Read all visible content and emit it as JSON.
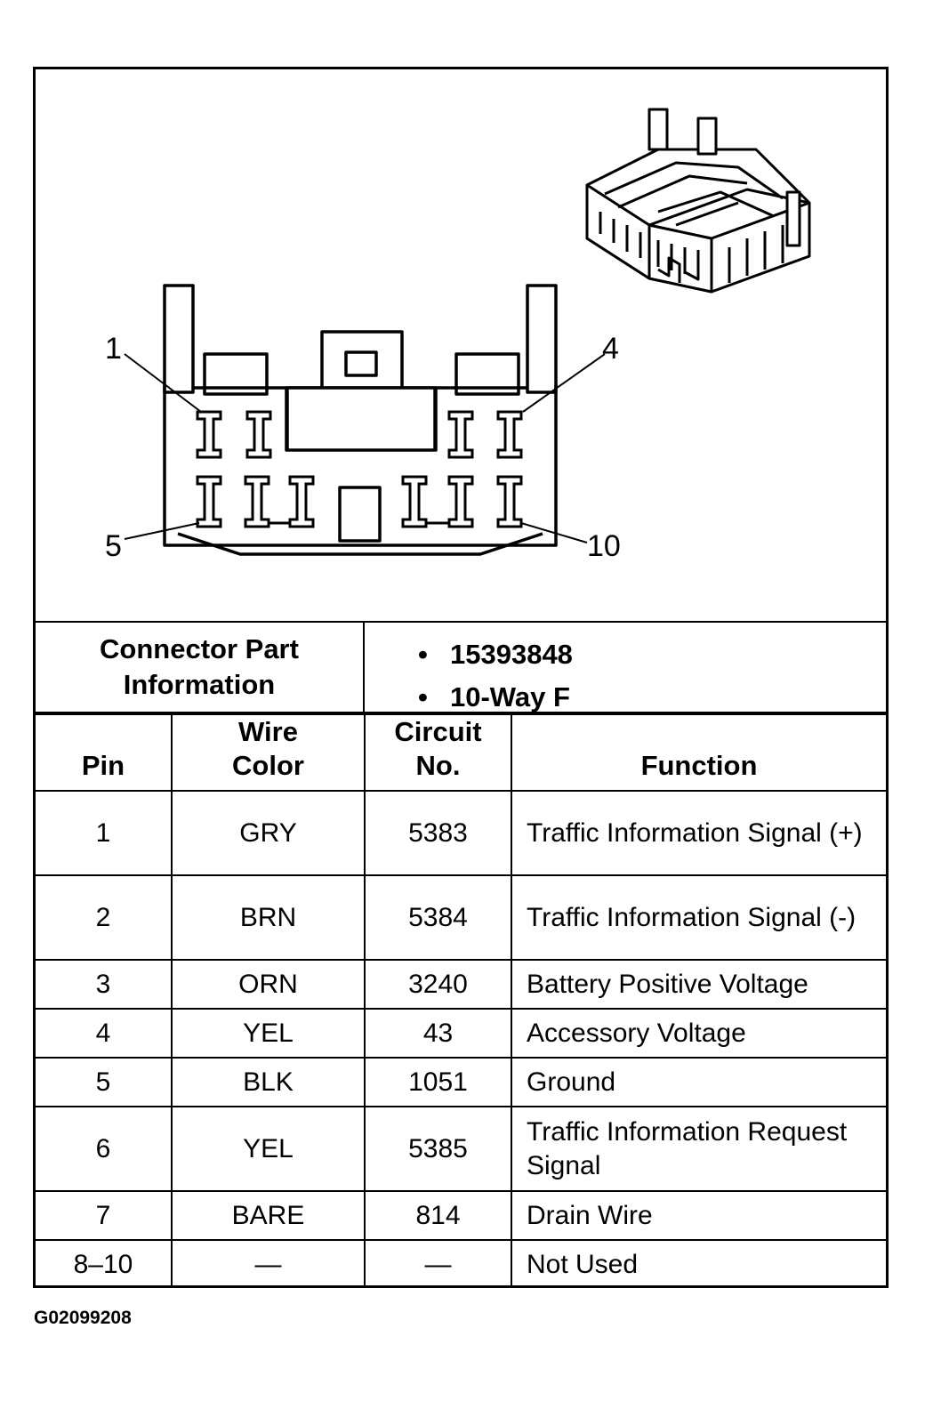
{
  "diagram": {
    "pin_callouts": [
      "1",
      "4",
      "5",
      "10"
    ]
  },
  "connector_info": {
    "label": "Connector Part\nInformation",
    "values": [
      "15393848",
      "10-Way F"
    ]
  },
  "table": {
    "headers": {
      "pin": "Pin",
      "wire_color": "Wire\nColor",
      "circuit_no": "Circuit\nNo.",
      "function": "Function"
    },
    "rows": [
      {
        "pin": "1",
        "wire_color": "GRY",
        "circuit": "5383",
        "function": "Traffic Information Signal (+)"
      },
      {
        "pin": "2",
        "wire_color": "BRN",
        "circuit": "5384",
        "function": "Traffic Information Signal (-)"
      },
      {
        "pin": "3",
        "wire_color": "ORN",
        "circuit": "3240",
        "function": "Battery Positive Voltage"
      },
      {
        "pin": "4",
        "wire_color": "YEL",
        "circuit": "43",
        "function": "Accessory Voltage"
      },
      {
        "pin": "5",
        "wire_color": "BLK",
        "circuit": "1051",
        "function": "Ground"
      },
      {
        "pin": "6",
        "wire_color": "YEL",
        "circuit": "5385",
        "function": "Traffic Information Request Signal"
      },
      {
        "pin": "7",
        "wire_color": "BARE",
        "circuit": "814",
        "function": "Drain Wire"
      },
      {
        "pin": "8–10",
        "wire_color": "—",
        "circuit": "—",
        "function": "Not Used"
      }
    ]
  },
  "figure_id": "G02099208"
}
